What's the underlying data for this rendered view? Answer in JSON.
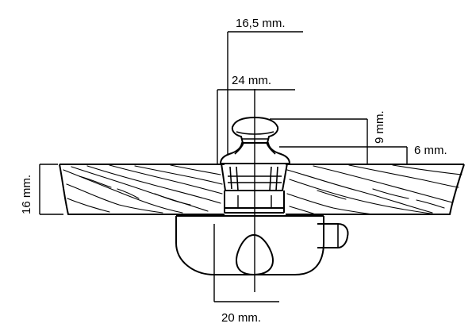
{
  "diagram": {
    "dimensions": {
      "top_width": "16,5 mm.",
      "head_width": "24 mm.",
      "head_height": "9 mm.",
      "collar_height": "6 mm.",
      "panel_thickness": "16 mm.",
      "housing_width": "20 mm."
    }
  },
  "colors": {
    "line": "#000000",
    "background": "#ffffff"
  }
}
